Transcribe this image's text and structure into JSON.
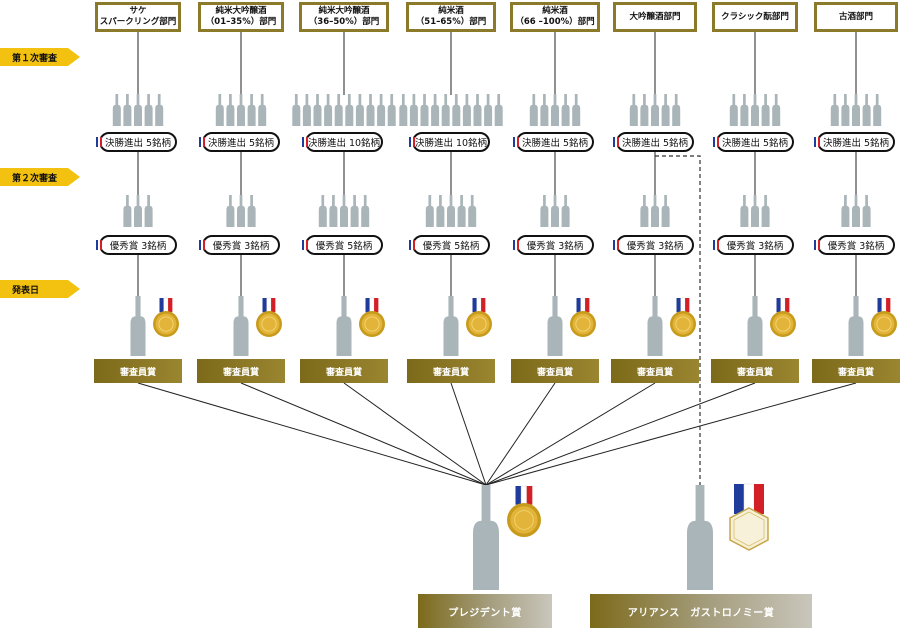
{
  "stages": [
    {
      "id": "first",
      "label": "第１次審査"
    },
    {
      "id": "second",
      "label": "第２次審査"
    },
    {
      "id": "announce",
      "label": "発表日"
    }
  ],
  "categories": [
    {
      "lines": [
        "サケ",
        "スパークリング部門"
      ],
      "round1_bottles": 5,
      "finalist_label": "決勝進出 5銘柄",
      "round2_bottles": 3,
      "excellence_label": "優秀賞 3銘柄",
      "award_label": "審査員賞"
    },
    {
      "lines": [
        "純米大吟醸酒",
        "（01–35%）部門"
      ],
      "round1_bottles": 5,
      "finalist_label": "決勝進出 5銘柄",
      "round2_bottles": 3,
      "excellence_label": "優秀賞 3銘柄",
      "award_label": "審査員賞"
    },
    {
      "lines": [
        "純米大吟醸酒",
        "（36–50%）部門"
      ],
      "round1_bottles": 10,
      "finalist_label": "決勝進出 10銘柄",
      "round2_bottles": 5,
      "excellence_label": "優秀賞 5銘柄",
      "award_label": "審査員賞"
    },
    {
      "lines": [
        "純米酒",
        "（51–65%）部門"
      ],
      "round1_bottles": 10,
      "finalist_label": "決勝進出 10銘柄",
      "round2_bottles": 5,
      "excellence_label": "優秀賞 5銘柄",
      "award_label": "審査員賞"
    },
    {
      "lines": [
        "純米酒",
        "（66 –100%）部門"
      ],
      "round1_bottles": 5,
      "finalist_label": "決勝進出 5銘柄",
      "round2_bottles": 3,
      "excellence_label": "優秀賞 3銘柄",
      "award_label": "審査員賞"
    },
    {
      "lines": [
        "大吟醸酒部門"
      ],
      "round1_bottles": 5,
      "finalist_label": "決勝進出 5銘柄",
      "round2_bottles": 3,
      "excellence_label": "優秀賞 3銘柄",
      "award_label": "審査員賞"
    },
    {
      "lines": [
        "クラシック酛部門"
      ],
      "round1_bottles": 5,
      "finalist_label": "決勝進出 5銘柄",
      "round2_bottles": 3,
      "excellence_label": "優秀賞 3銘柄",
      "award_label": "審査員賞"
    },
    {
      "lines": [
        "古酒部門"
      ],
      "round1_bottles": 5,
      "finalist_label": "決勝進出 5銘柄",
      "round2_bottles": 3,
      "excellence_label": "優秀賞 3銘柄",
      "award_label": "審査員賞"
    }
  ],
  "president_award": {
    "label": "プレジデント賞"
  },
  "alliance_award": {
    "label": "アリアンス　ガストロノミー賞"
  },
  "colors": {
    "gold": "#8a7a2a",
    "bottle": "#a9b5b8",
    "stage": "#f3c10f"
  }
}
